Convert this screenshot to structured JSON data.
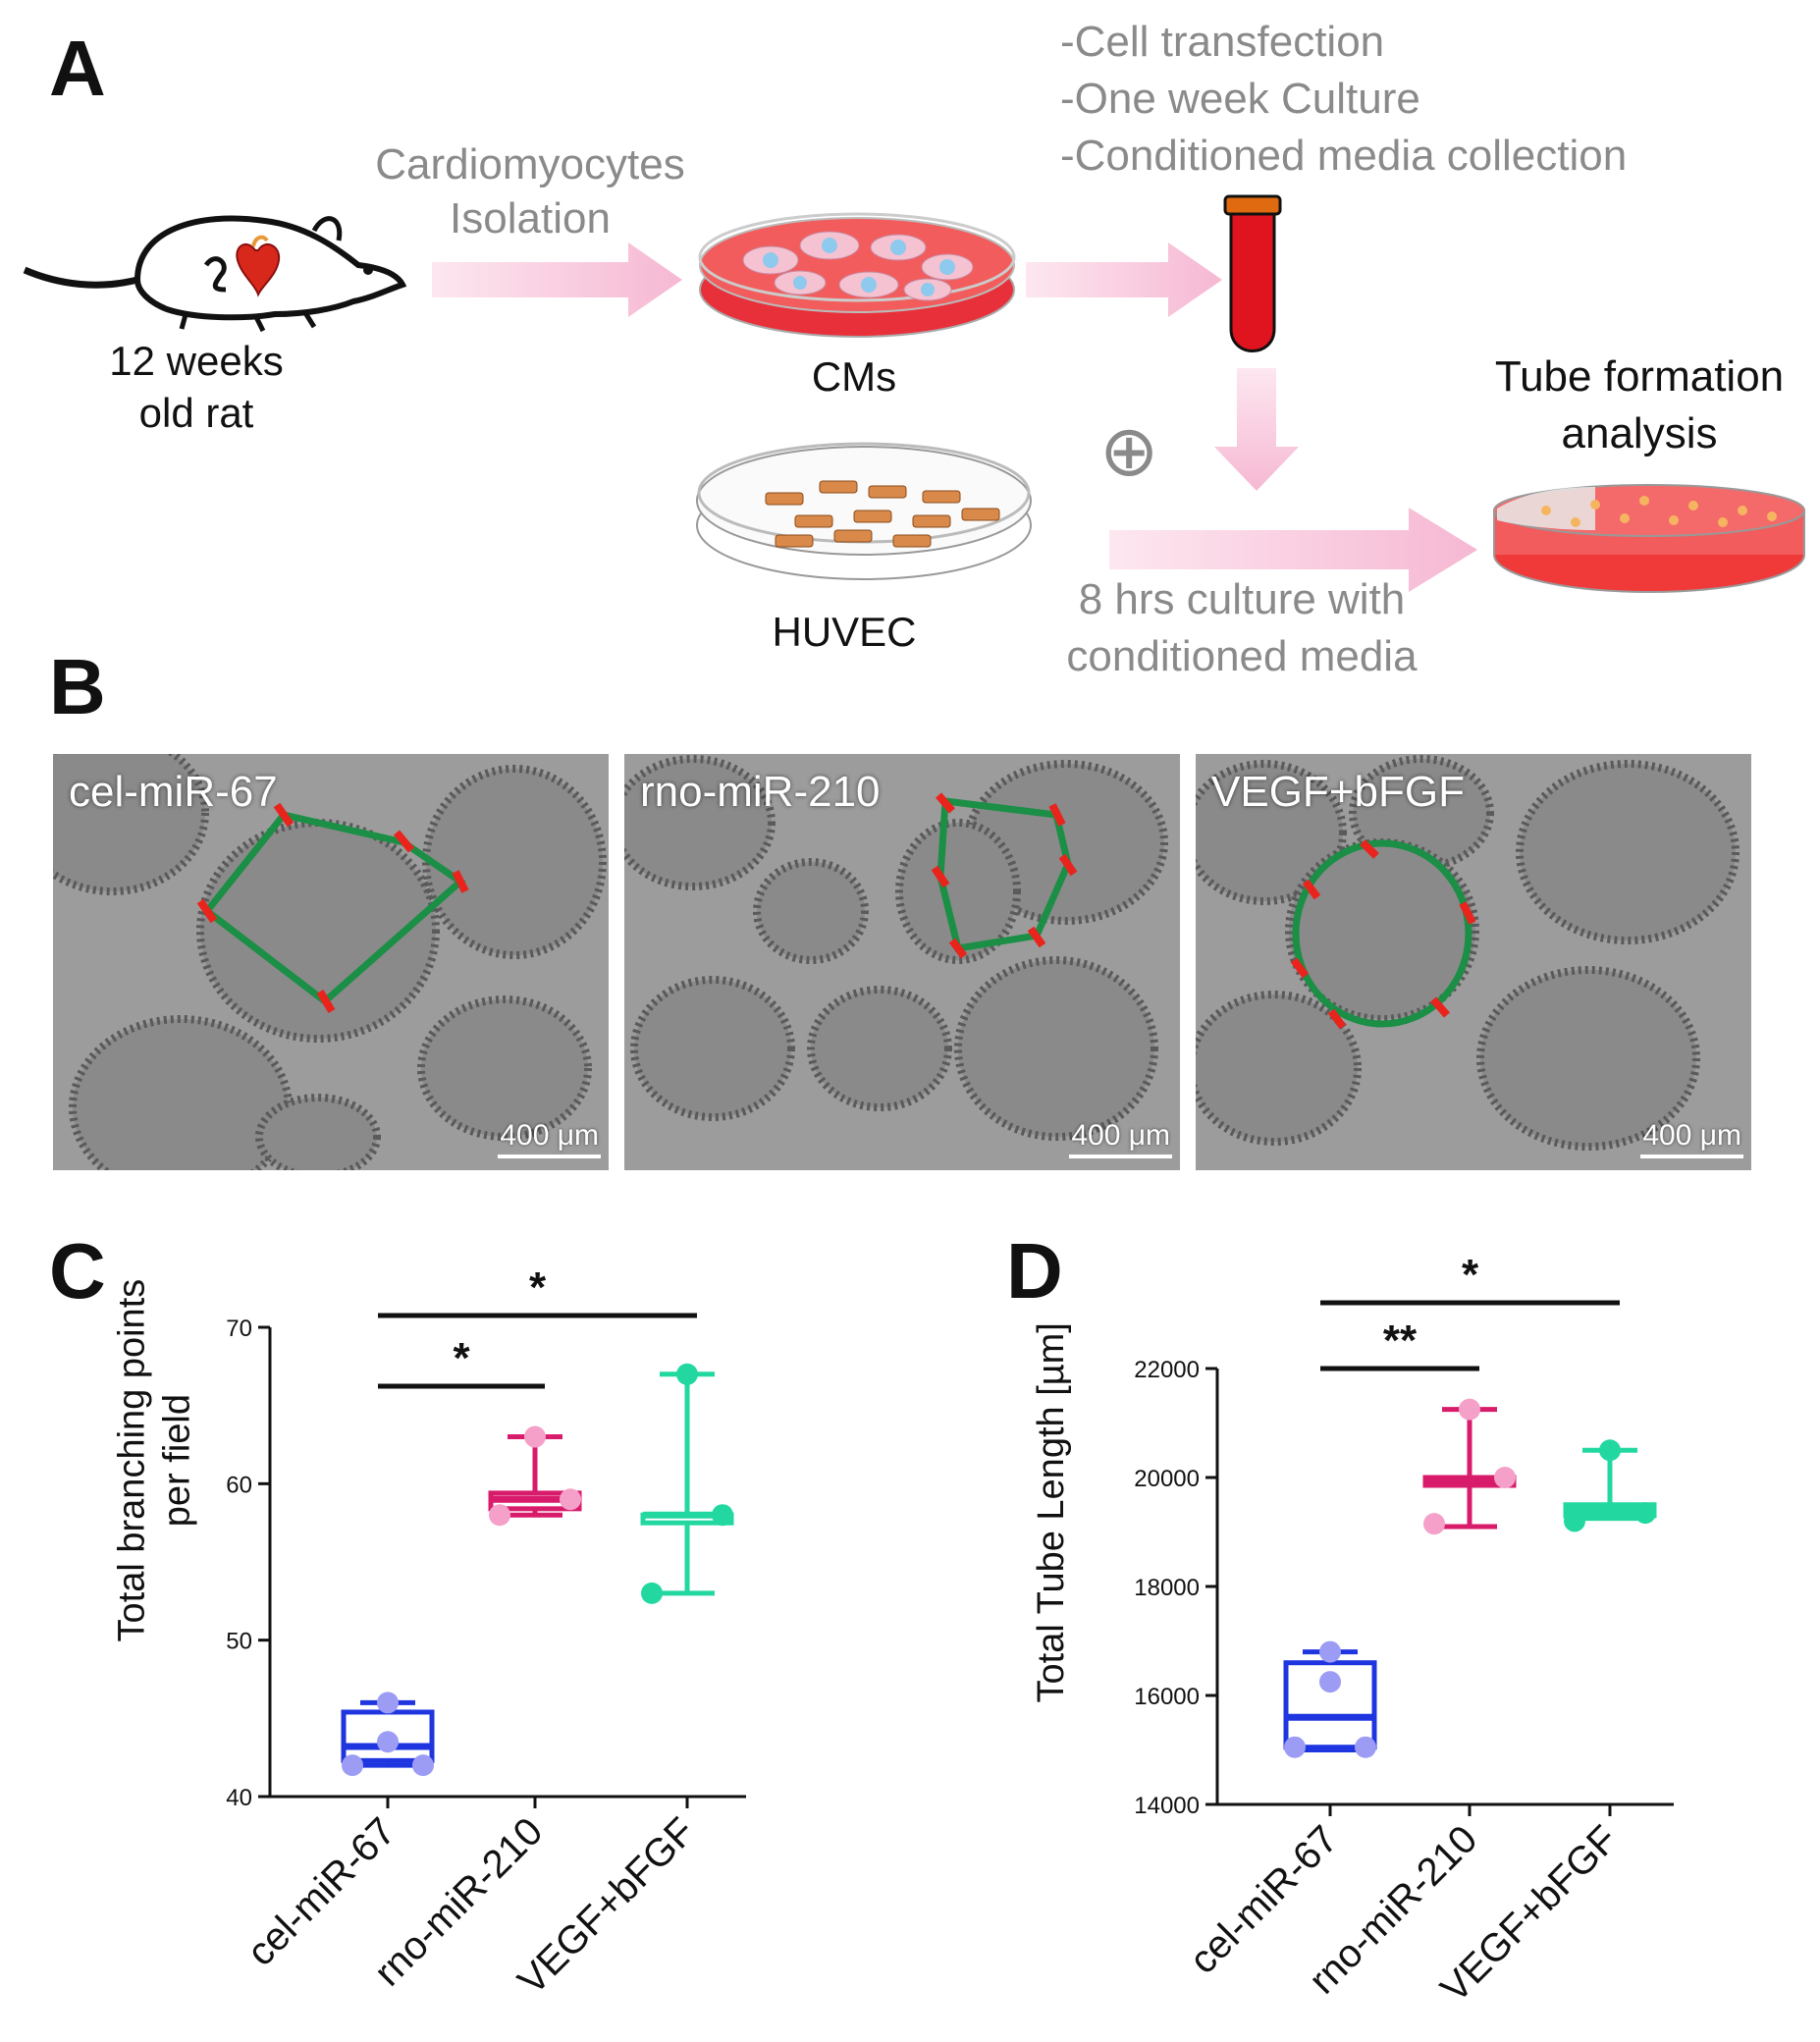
{
  "panel_a": {
    "letter": "A",
    "rat_label_line1": "12 weeks",
    "rat_label_line2": "old rat",
    "isolation_line1": "Cardiomyocytes",
    "isolation_line2": "Isolation",
    "cms_label": "CMs",
    "huvec_label": "HUVEC",
    "steps": [
      "-Cell transfection",
      "-One week Culture",
      "-Conditioned media collection"
    ],
    "plus_symbol": "⊕",
    "culture_line1": "8 hrs culture with",
    "culture_line2": "conditioned media",
    "tube_line1": "Tube formation",
    "tube_line2": "analysis",
    "colors": {
      "arrow": "#f7c6dc",
      "dish_red": "#ef4b4b",
      "tube_red": "#e0141e",
      "gray_text": "#8a8a8a"
    }
  },
  "panel_b": {
    "letter": "B",
    "images": [
      {
        "label": "cel-miR-67",
        "scale": "400 μm"
      },
      {
        "label": "rno-miR-210",
        "scale": "400 μm"
      },
      {
        "label": "VEGF+bFGF",
        "scale": "400 μm"
      }
    ],
    "colors": {
      "tube_overlay": "#1a8f45",
      "branch_marker": "#e8241d"
    }
  },
  "chart_data": [
    {
      "panel": "C",
      "type": "box",
      "ylabel_line1": "Total branching points",
      "ylabel_line2": "per field",
      "ylim": [
        40,
        70
      ],
      "yticks": [
        40,
        50,
        60,
        70
      ],
      "categories": [
        "cel-miR-67",
        "rno-miR-210",
        "VEGF+bFGF"
      ],
      "series": [
        {
          "category": "cel-miR-67",
          "color": "#1f35e0",
          "point_color": "#9c9cf5",
          "min": 42,
          "q1": 42.3,
          "median": 43.2,
          "q3": 45.4,
          "max": 46,
          "points": [
            42,
            42,
            43.5,
            46
          ]
        },
        {
          "category": "rno-miR-210",
          "color": "#d81b6a",
          "point_color": "#f5a0c8",
          "min": 58,
          "q1": 58.4,
          "median": 59,
          "q3": 59.4,
          "max": 63,
          "points": [
            58,
            59,
            63
          ]
        },
        {
          "category": "VEGF+bFGF",
          "color": "#22d8a0",
          "point_color": "#22d8a0",
          "min": 53,
          "q1": 58,
          "median": 58,
          "q3": 58,
          "max": 67,
          "points": [
            53,
            58,
            67
          ]
        }
      ],
      "significance": [
        {
          "from": 0,
          "to": 1,
          "label": "*"
        },
        {
          "from": 0,
          "to": 2,
          "label": "*"
        }
      ]
    },
    {
      "panel": "D",
      "type": "box",
      "ylabel": "Total Tube Length [µm]",
      "ylim": [
        14000,
        22000
      ],
      "yticks": [
        14000,
        16000,
        18000,
        20000,
        22000
      ],
      "categories": [
        "cel-miR-67",
        "rno-miR-210",
        "VEGF+bFGF"
      ],
      "series": [
        {
          "category": "cel-miR-67",
          "color": "#1f35e0",
          "point_color": "#9c9cf5",
          "min": 15000,
          "q1": 15050,
          "median": 15600,
          "q3": 16600,
          "max": 16800,
          "points": [
            15050,
            15050,
            16250,
            16800
          ]
        },
        {
          "category": "rno-miR-210",
          "color": "#d81b6a",
          "point_color": "#f5a0c8",
          "min": 19100,
          "q1": 19900,
          "median": 19950,
          "q3": 20000,
          "max": 21250,
          "points": [
            19150,
            20000,
            21250
          ]
        },
        {
          "category": "VEGF+bFGF",
          "color": "#22d8a0",
          "point_color": "#22d8a0",
          "min": 19250,
          "q1": 19300,
          "median": 19400,
          "q3": 19500,
          "max": 20500,
          "points": [
            19200,
            19350,
            20500
          ]
        }
      ],
      "significance": [
        {
          "from": 0,
          "to": 1,
          "label": "**"
        },
        {
          "from": 0,
          "to": 2,
          "label": "*"
        }
      ]
    }
  ],
  "panel_c": {
    "letter": "C"
  },
  "panel_d": {
    "letter": "D"
  }
}
